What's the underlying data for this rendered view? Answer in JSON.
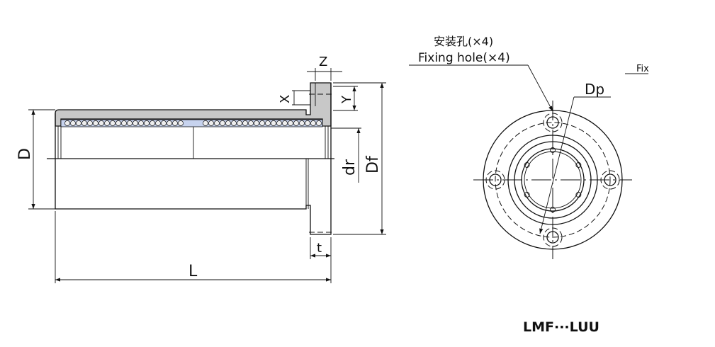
{
  "side_view": {
    "labels": {
      "D": "D",
      "L": "L",
      "t": "t",
      "Z": "Z",
      "X": "X",
      "Y": "Y",
      "dr": "dr",
      "Df": "Df"
    }
  },
  "front_view": {
    "callout_cn": "安装孔(×4)",
    "callout_en": "Fixing hole(×4)",
    "dp_label": "Dp",
    "cut_text": "Fix"
  },
  "model_title": "LMF···LUU"
}
